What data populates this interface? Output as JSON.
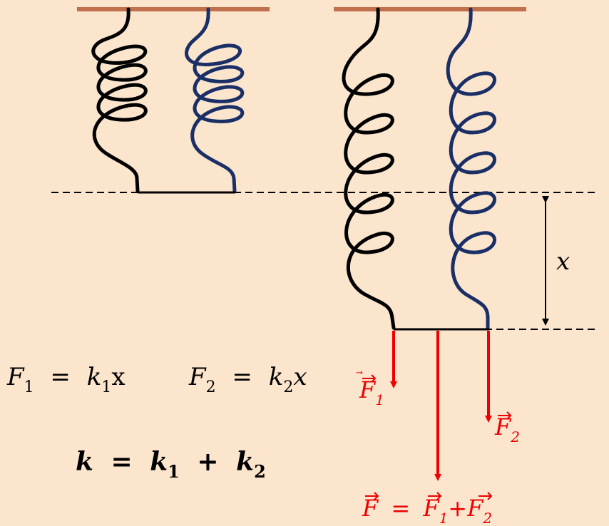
{
  "colors": {
    "background": "#fbe5cd",
    "ceiling": "#c0704a",
    "spring_left": "#000000",
    "spring_right": "#1a2f66",
    "force": "#ee0000",
    "text": "#000000"
  },
  "labels": {
    "x_marker": "x",
    "eq1": {
      "lhs": "F",
      "lhs_sub": "1",
      "op": "=",
      "rhs": "k",
      "rhs_sub": "1",
      "var": "x"
    },
    "eq2": {
      "lhs": "F",
      "lhs_sub": "2",
      "op": "=",
      "rhs": "k",
      "rhs_sub": "2",
      "var": "x"
    },
    "eq3": {
      "lhs": "k",
      "op": "=",
      "t1": "k",
      "t1_sub": "1",
      "plus": "+",
      "t2": "k",
      "t2_sub": "2"
    },
    "f1": {
      "sym": "F",
      "sub": "1"
    },
    "f2": {
      "sym": "F",
      "sub": "2"
    },
    "ftotal": {
      "sym": "F",
      "op": "=",
      "a": "F",
      "a_sub": "1",
      "plus": "+",
      "b": "F",
      "b_sub": "2"
    }
  }
}
